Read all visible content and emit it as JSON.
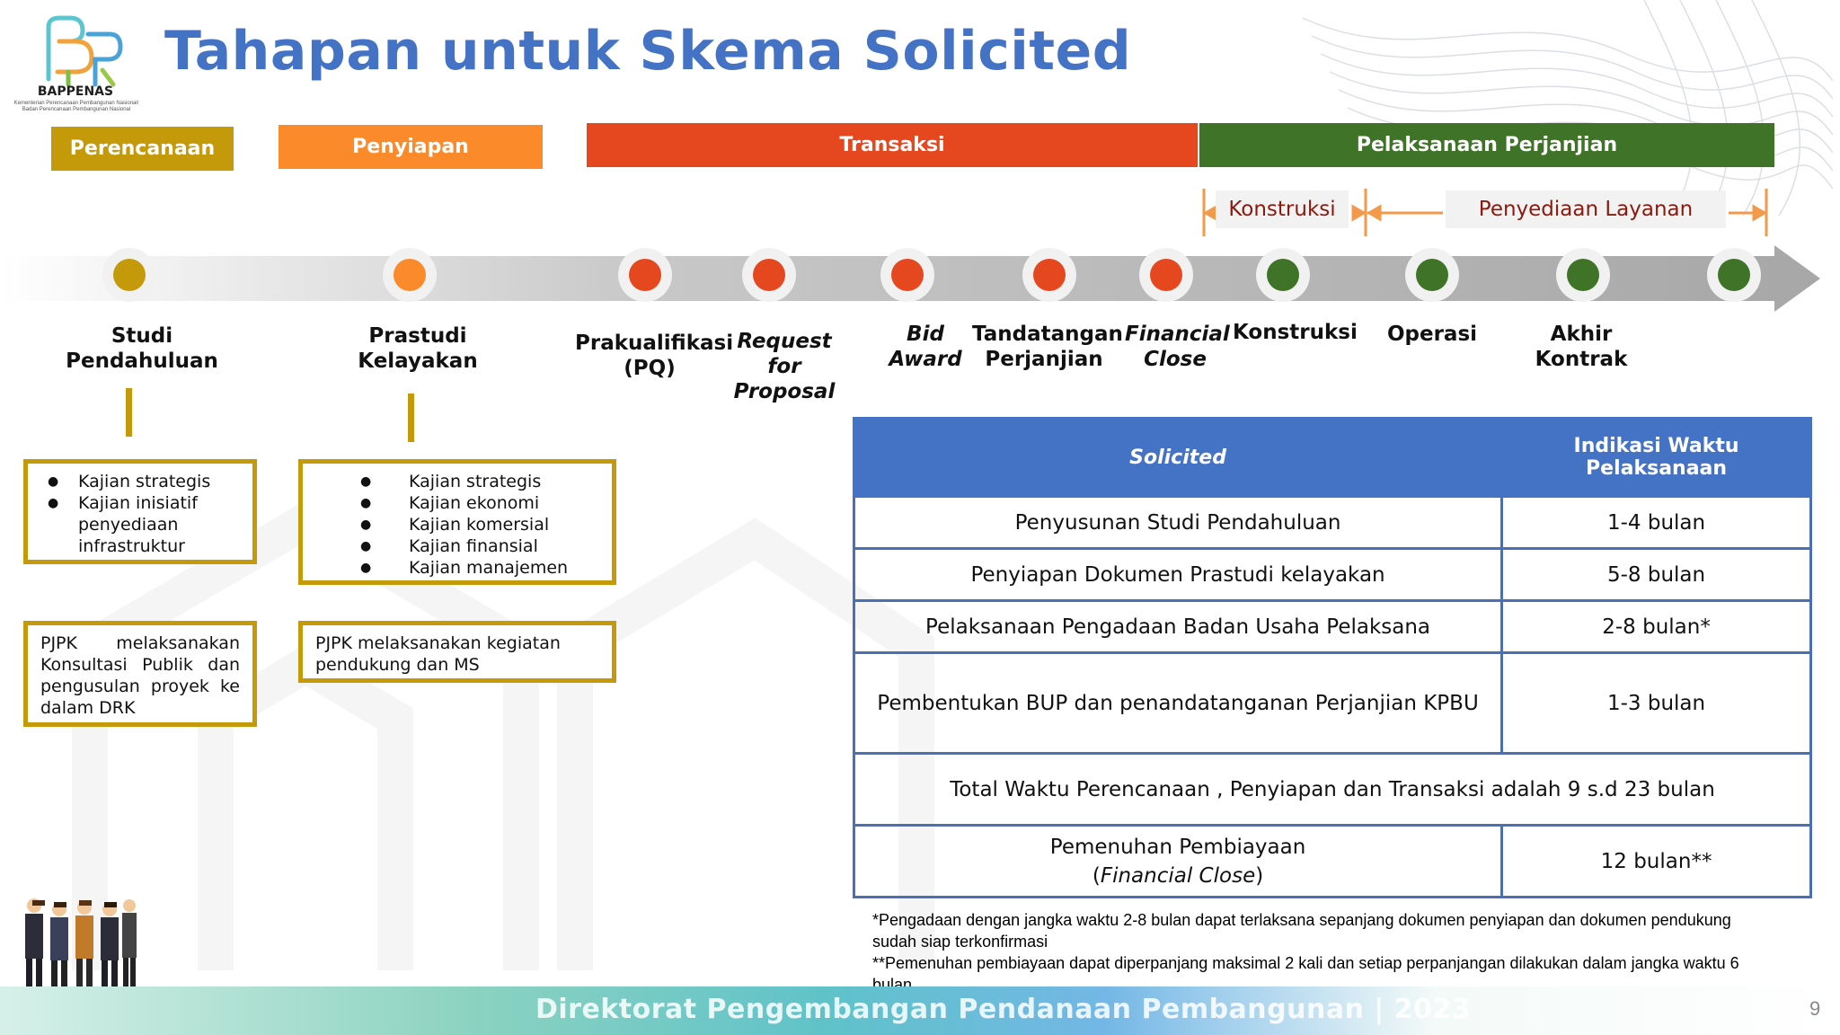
{
  "header": {
    "title": "Tahapan untuk Skema Solicited",
    "logo_name": "BAPPENAS",
    "logo_subtitle": "Kementerian Perencanaan Pembangunan Nasional/ Badan Perencanaan Pembangunan Nasional"
  },
  "phases": {
    "perencanaan": "Perencanaan",
    "penyiapan": "Penyiapan",
    "transaksi": "Transaksi",
    "pelaksanaan": "Pelaksanaan Perjanjian",
    "sub_konstruksi": "Konstruksi",
    "sub_layanan": "Penyediaan Layanan"
  },
  "milestones": {
    "studi_1": "Studi",
    "studi_2": "Pendahuluan",
    "prastudi_1": "Prastudi",
    "prastudi_2": "Kelayakan",
    "pq_1": "Prakualifikasi",
    "pq_2": "(PQ)",
    "rfp_1": "Request for",
    "rfp_2": "Proposal",
    "bid_1": "Bid",
    "bid_2": "Award",
    "tanda_1": "Tandatangan",
    "tanda_2": "Perjanjian",
    "fc_1": "Financial",
    "fc_2": "Close",
    "konstruksi": "Konstruksi",
    "operasi": "Operasi",
    "akhir_1": "Akhir",
    "akhir_2": "Kontrak"
  },
  "node_colors": {
    "perencanaan": "#c49a0b",
    "penyiapan": "#fb8a2a",
    "transaksi": "#e5481f",
    "pelaksanaan": "#3f7428"
  },
  "boxes": {
    "perencanaan_items": [
      "Kajian strategis",
      "Kajian inisiatif penyediaan infrastruktur"
    ],
    "penyiapan_items": [
      "Kajian strategis",
      "Kajian ekonomi",
      "Kajian komersial",
      "Kajian finansial",
      "Kajian manajemen"
    ],
    "perencanaan_note": "PJPK melaksanakan Konsultasi Publik dan pengusulan proyek ke dalam DRK",
    "penyiapan_note": "PJPK melaksanakan kegiatan pendukung dan MS"
  },
  "table": {
    "header_1": "Solicited",
    "header_2": "Indikasi Waktu Pelaksanaan",
    "rows": [
      {
        "activity": "Penyusunan Studi Pendahuluan",
        "time": "1-4 bulan"
      },
      {
        "activity": "Penyiapan Dokumen Prastudi kelayakan",
        "time": "5-8 bulan"
      },
      {
        "activity": "Pelaksanaan Pengadaan Badan Usaha Pelaksana",
        "time": "2-8 bulan*"
      },
      {
        "activity": "Pembentukan BUP dan penandatanganan Perjanjian KPBU",
        "time": "1-3 bulan"
      }
    ],
    "total": "Total Waktu Perencanaan , Penyiapan dan Transaksi adalah 9 s.d 23 bulan",
    "last_activity_1": "Pemenuhan Pembiayaan",
    "last_activity_open": "(",
    "last_activity_italic": "Financial Close",
    "last_activity_close": ")",
    "last_time": "12 bulan**"
  },
  "footnotes": {
    "note_1": "*Pengadaan dengan jangka waktu 2-8 bulan dapat terlaksana sepanjang dokumen penyiapan dan dokumen pendukung sudah siap terkonfirmasi",
    "note_2": "**Pemenuhan pembiayaan dapat diperpanjang maksimal 2 kali dan setiap perpanjangan dilakukan dalam jangka waktu 6 bulan"
  },
  "footer": {
    "text": "Direktorat Pengembangan Pendanaan Pembangunan | 2023",
    "page_number": "9"
  }
}
